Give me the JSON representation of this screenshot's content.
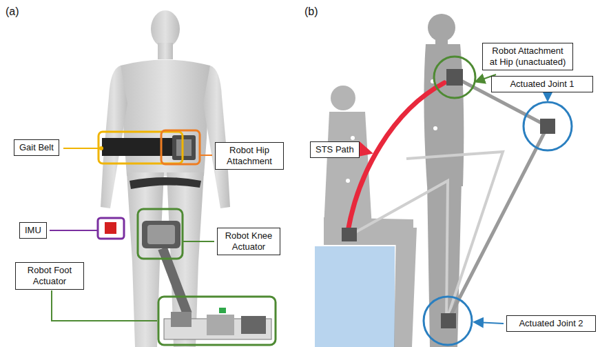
{
  "diagram": {
    "nodes": [
      {
        "text": [
          "Gait Belt"
        ]
      },
      {
        "text": [
          "Robot Hip Attachment"
        ]
      },
      {
        "text": [
          "IMU"
        ]
      },
      {
        "text": [
          "Robot Knee Actuator"
        ]
      },
      {
        "text": [
          "Robot Foot Actuator"
        ]
      },
      {
        "text": [
          "STS Path"
        ]
      },
      {
        "text": [
          "Robot Attachment at Hip (unactuated)"
        ]
      },
      {
        "text": [
          "Actuated Joint 1"
        ]
      },
      {
        "text": [
          "Actuated Joint 2"
        ]
      }
    ],
    "labels": [
      "(a)",
      "(b)"
    ]
  }
}
